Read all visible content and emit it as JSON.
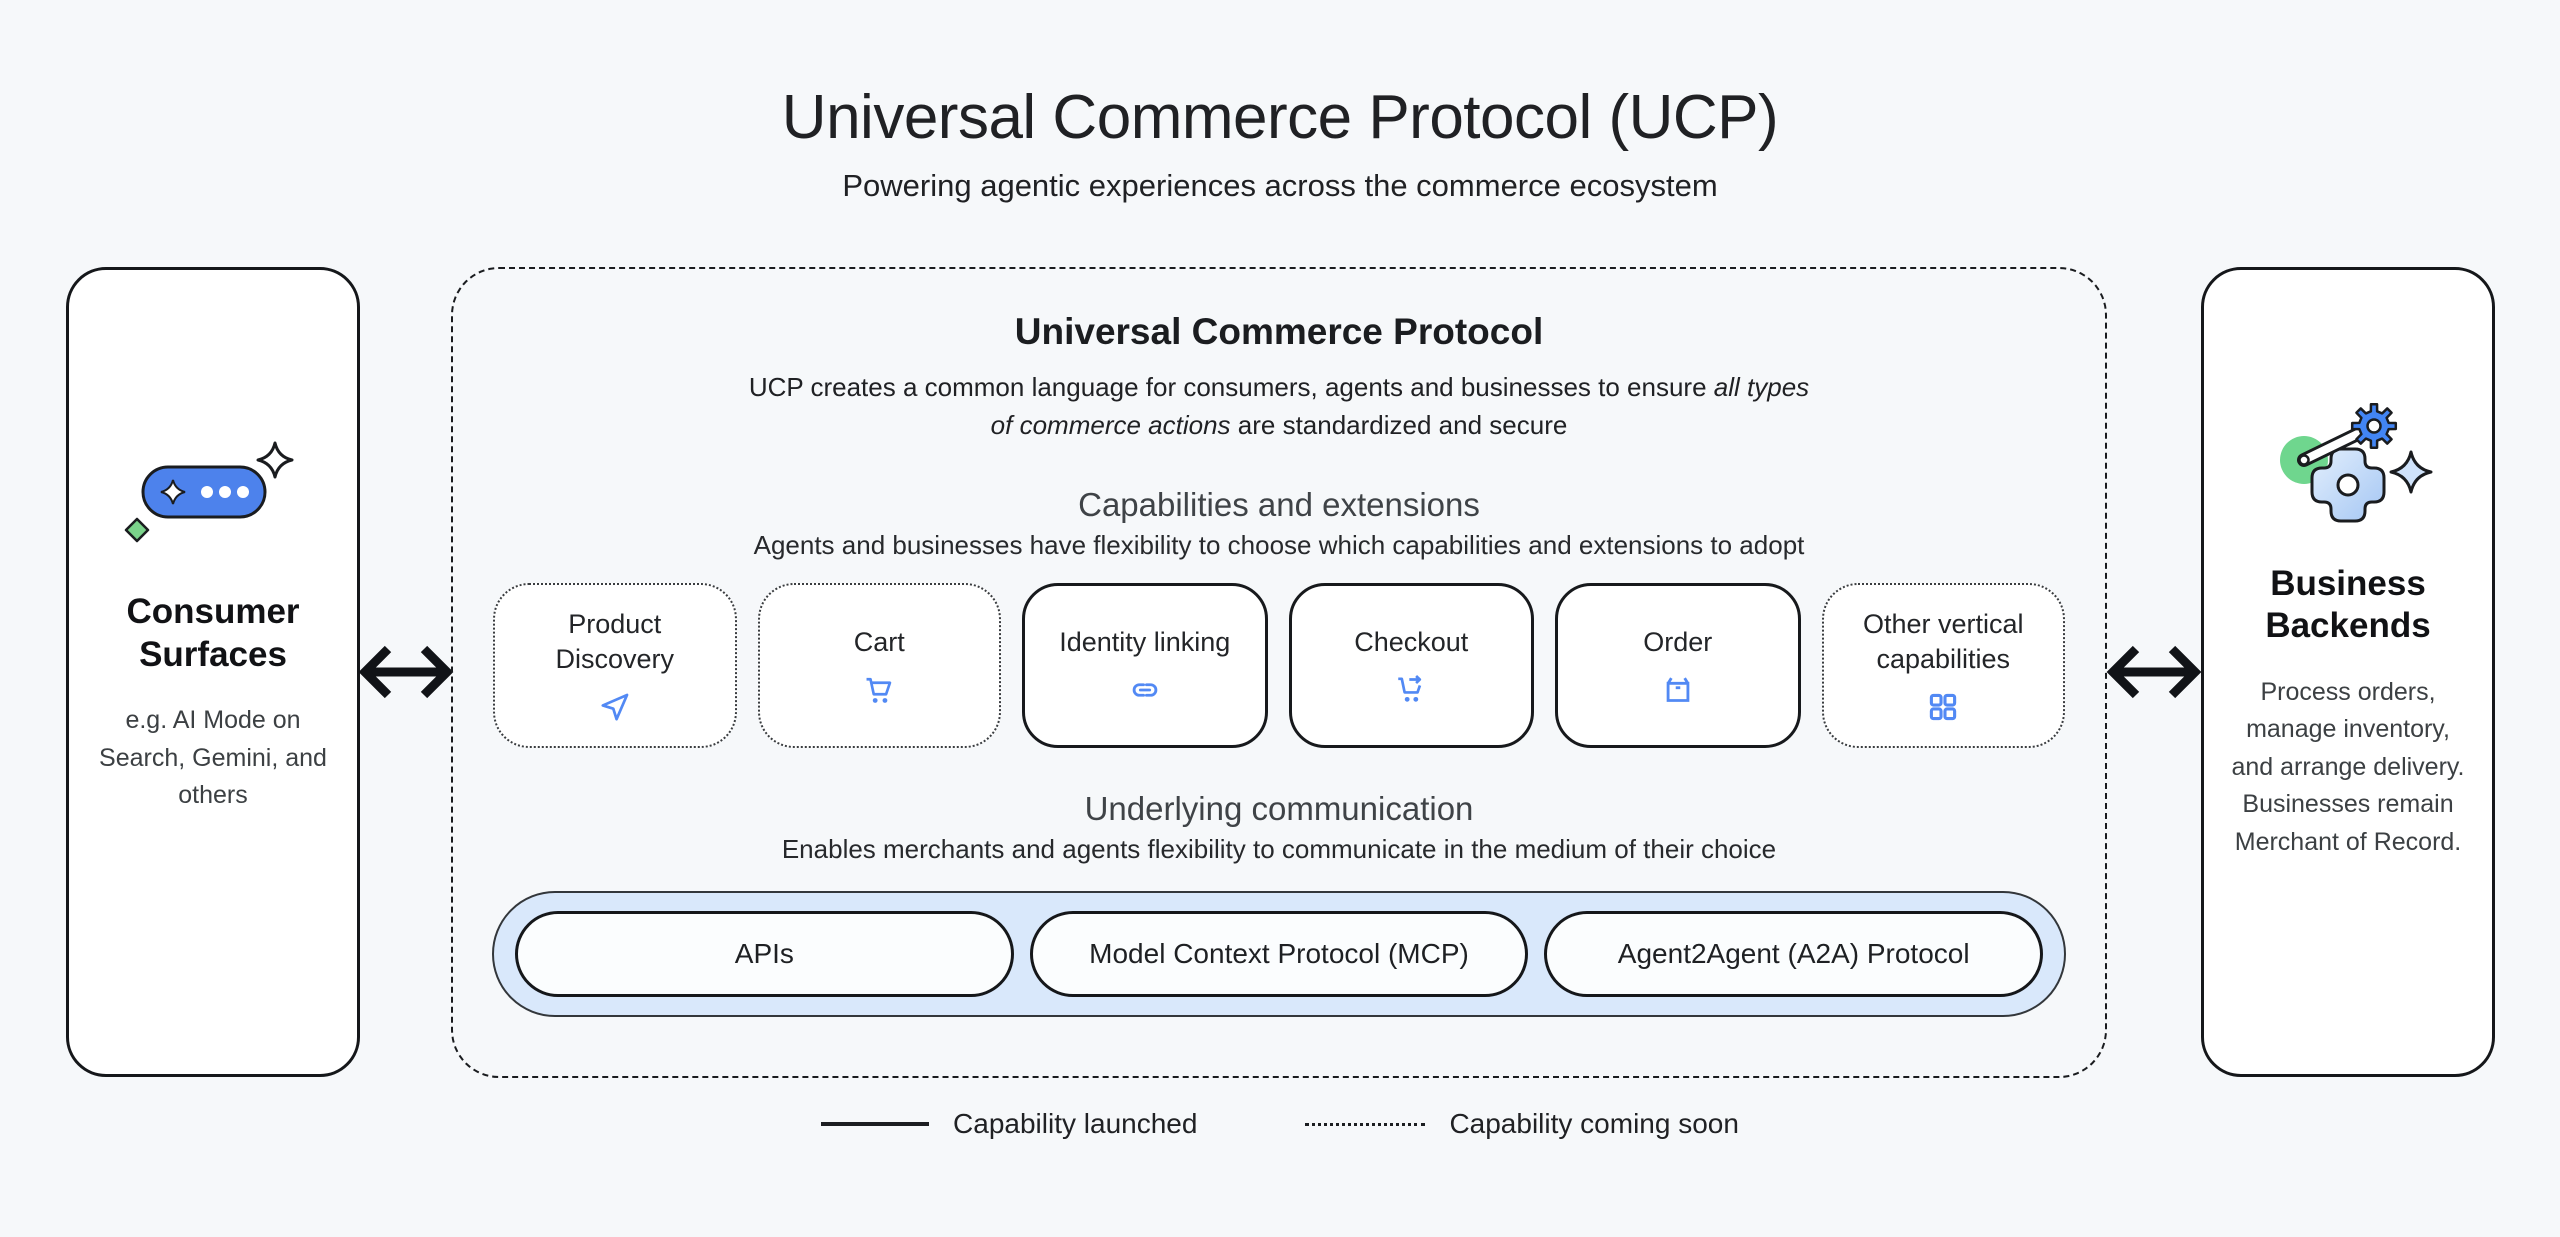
{
  "page": {
    "title": "Universal Commerce Protocol (UCP)",
    "subtitle": "Powering agentic experiences across the commerce ecosystem"
  },
  "consumer_card": {
    "title": "Consumer Surfaces",
    "description": "e.g. AI Mode on Search, Gemini, and others"
  },
  "business_card": {
    "title": "Business Backends",
    "description": "Process orders, manage inventory, and arrange delivery. Businesses remain Merchant of Record."
  },
  "ucp_container": {
    "title": "Universal Commerce Protocol",
    "description": {
      "text1": "UCP creates a common language for consumers, agents and businesses to ensure ",
      "italic": "all types of commerce actions",
      "text2": " are standardized and secure"
    },
    "capabilities_section": {
      "title": "Capabilities and extensions",
      "subtitle": "Agents and businesses have flexibility to choose which capabilities and extensions to adopt",
      "items": [
        {
          "label": "Product Discovery",
          "icon": "send-icon",
          "status": "coming-soon"
        },
        {
          "label": "Cart",
          "icon": "cart-icon",
          "status": "coming-soon"
        },
        {
          "label": "Identity linking",
          "icon": "link-icon",
          "status": "launched"
        },
        {
          "label": "Checkout",
          "icon": "cart-checkout-icon",
          "status": "launched"
        },
        {
          "label": "Order",
          "icon": "order-box-icon",
          "status": "launched"
        },
        {
          "label": "Other vertical capabilities",
          "icon": "grid-icon",
          "status": "coming-soon"
        }
      ]
    },
    "communication_section": {
      "title": "Underlying communication",
      "subtitle": "Enables merchants and agents flexibility to communicate in the medium of their choice",
      "protocols": [
        "APIs",
        "Model Context Protocol (MCP)",
        "Agent2Agent (A2A) Protocol"
      ]
    }
  },
  "legend": {
    "launched": "Capability launched",
    "coming_soon": "Capability coming soon"
  },
  "colors": {
    "accent_blue": "#4285f4",
    "capability_icon_blue": "#5289f4",
    "communication_fill": "#d9e8fb",
    "green": "#6fd68e",
    "background": "#f6f8fa",
    "ink": "#202124"
  }
}
